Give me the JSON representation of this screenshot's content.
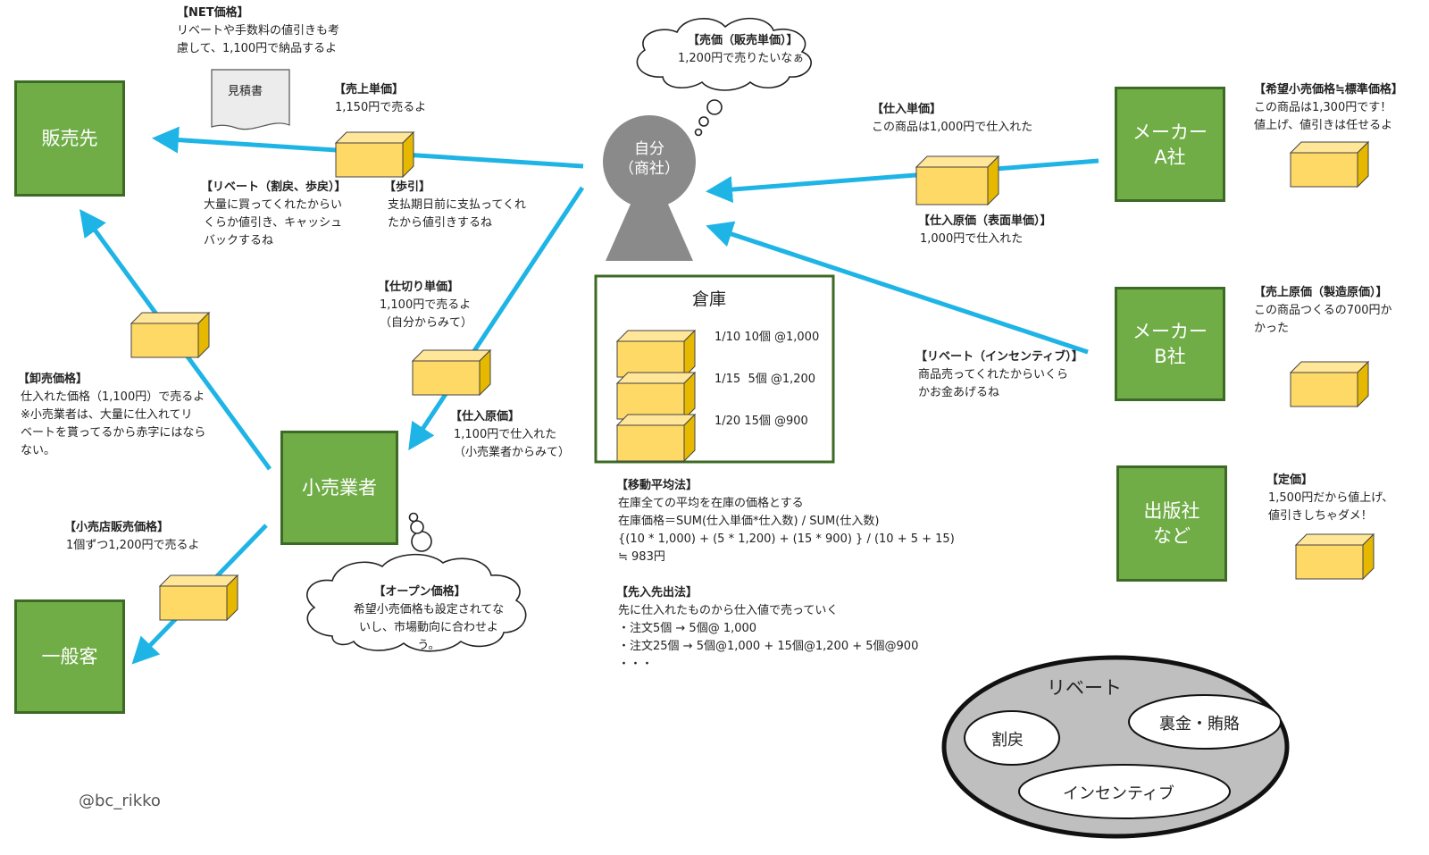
{
  "nodes": {
    "seller_dest": "販売先",
    "maker_a": "メーカー\nA社",
    "maker_b": "メーカー\nB社",
    "publisher": "出版社\nなど",
    "retailer": "小売業者",
    "customer": "一般客"
  },
  "self_label": "自分\n（商社）",
  "colors": {
    "node_fill": "#70ad47",
    "node_border": "#3d6b26",
    "arrow": "#1fb4e6",
    "box": "#ffd966"
  },
  "estimate_doc": "見積書",
  "notes": {
    "net_price": {
      "heading": "【NET価格】",
      "body": "リベートや手数料の値引きも考\n慮して、1,100円で納品するよ"
    },
    "selling_price": {
      "heading": "【売価（販売単価）】",
      "body": "1,200円で売りたいなぁ"
    },
    "sales_unit": {
      "heading": "【売上単価】",
      "body": "1,150円で売るよ"
    },
    "purchase_unit": {
      "heading": "【仕入単価】",
      "body": "この商品は1,000円で仕入れた"
    },
    "purchase_cost": {
      "heading": "【仕入原価（表面単価）】",
      "body": "1,000円で仕入れた"
    },
    "suggested_price": {
      "heading": "【希望小売価格≒標準価格】",
      "body": "この商品は1,300円です！\n値上げ、値引きは任せるよ"
    },
    "rebate": {
      "heading": "【リベート（割戻、歩戻）】",
      "body": "大量に買ってくれたからい\nくらか値引き、キャッシュ\nバックするね"
    },
    "discount": {
      "heading": "【歩引】",
      "body": "支払期日前に支払ってくれ\nたから値引きするね"
    },
    "partition_price": {
      "heading": "【仕切り単価】",
      "body": "1,100円で売るよ\n（自分からみて）"
    },
    "cost_of_sales": {
      "heading": "【売上原価（製造原価）】",
      "body": "この商品つくるの700円か\nかった"
    },
    "rebate_incentive": {
      "heading": "【リベート（インセンティブ）】",
      "body": "商品売ってくれたからいくら\nかお金あげるね"
    },
    "wholesale_price": {
      "heading": "【卸売価格】",
      "body": "仕入れた価格（1,100円）で売るよ\n※小売業者は、大量に仕入れてリ\nベートを貰ってるから赤字にはなら\nない。"
    },
    "purchase_cost_retail": {
      "heading": "【仕入原価】",
      "body": "1,100円で仕入れた\n（小売業者からみて）"
    },
    "list_price": {
      "heading": "【定価】",
      "body": "1,500円だから値上げ、\n値引きしちゃダメ！"
    },
    "moving_average": {
      "heading": "【移動平均法】",
      "body": "在庫全ての平均を在庫の価格とする\n在庫価格＝SUM(仕入単価*仕入数) / SUM(仕入数)\n{(10 * 1,000) + (5 * 1,200) + (15 * 900) } / (10 + 5 + 15)\n≒ 983円"
    },
    "fifo": {
      "heading": "【先入先出法】",
      "body": "先に仕入れたものから仕入値で売っていく\n・注文5個 → 5個@ 1,000\n・注文25個 → 5個@1,000 + 15個@1,200 + 5個@900\n・・・"
    },
    "retail_price": {
      "heading": "【小売店販売価格】",
      "body": "1個ずつ1,200円で売るよ"
    },
    "open_price": {
      "heading": "【オープン価格】",
      "body": "希望小売価格も設定されてな\nいし、市場動向に合わせよう。"
    }
  },
  "warehouse": {
    "title": "倉庫",
    "rows": [
      "1/10 10個 @1,000",
      "1/15  5個 @1,200",
      "1/20 15個 @900"
    ]
  },
  "rebate_diagram": {
    "title": "リベート",
    "items": [
      "割戻",
      "裏金・賄賂",
      "インセンティブ"
    ]
  },
  "credit": "@bc_rikko"
}
